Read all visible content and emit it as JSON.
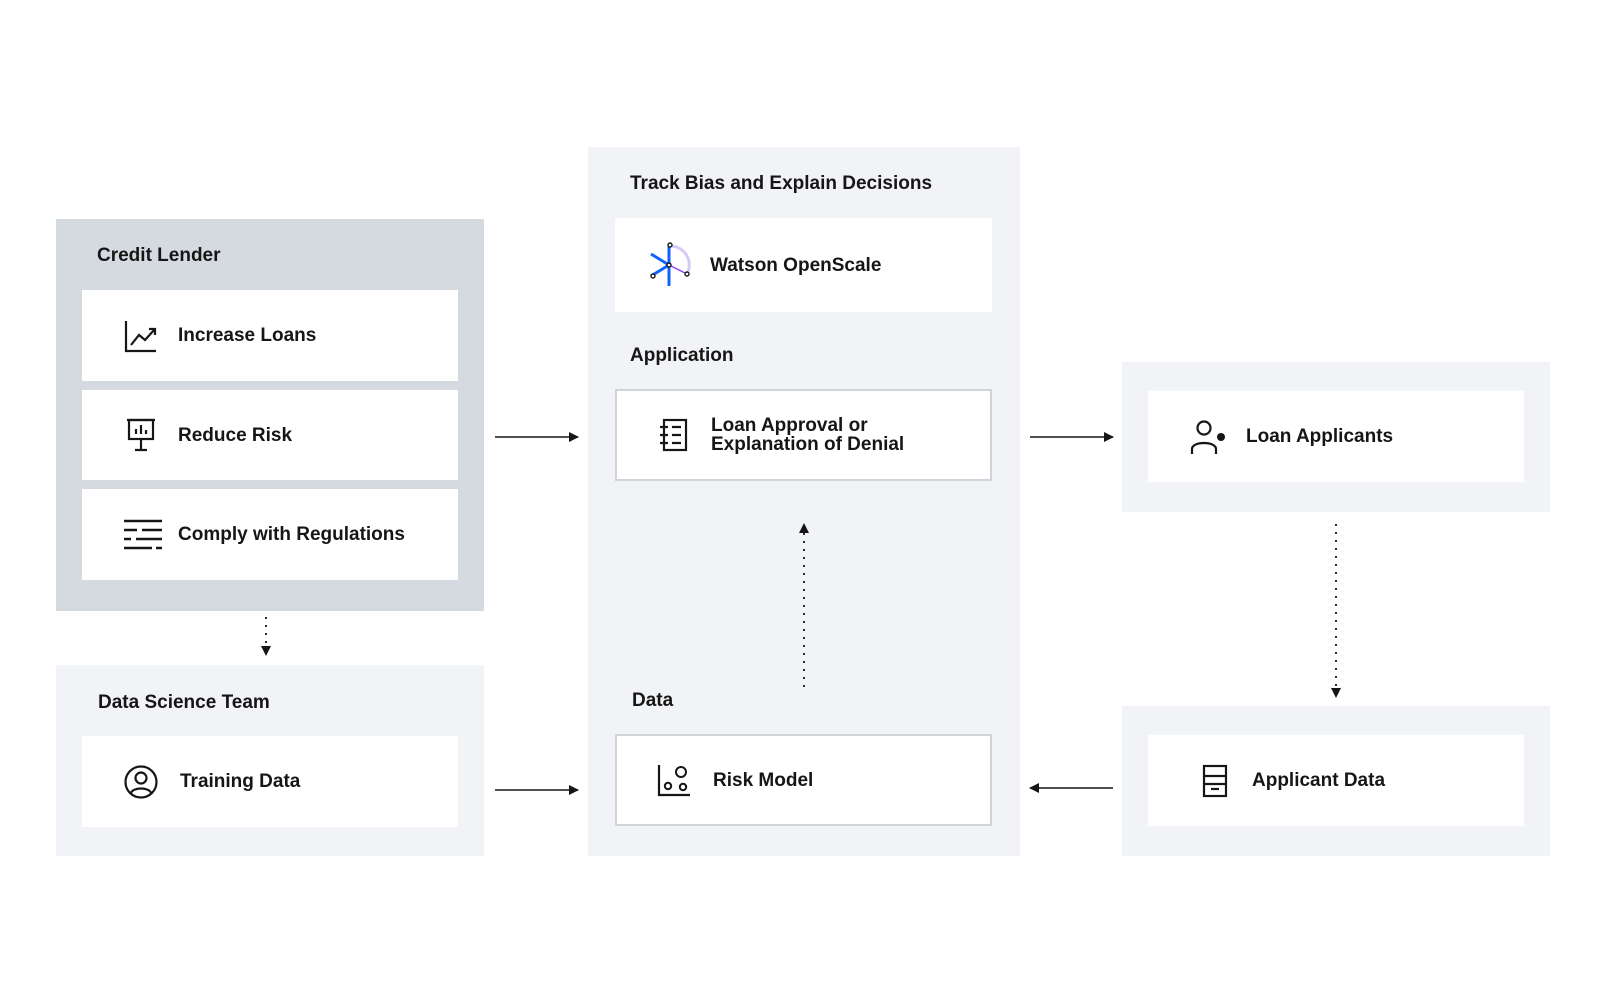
{
  "credit_lender": {
    "title": "Credit Lender",
    "items": [
      {
        "label": "Increase Loans",
        "icon": "line-chart-icon"
      },
      {
        "label": "Reduce Risk",
        "icon": "presentation-chart-icon"
      },
      {
        "label": "Comply with Regulations",
        "icon": "text-lines-icon"
      }
    ]
  },
  "data_science_team": {
    "title": "Data Science Team",
    "items": [
      {
        "label": "Training Data",
        "icon": "user-circle-icon"
      }
    ]
  },
  "center": {
    "title": "Track Bias and Explain Decisions",
    "openscale": {
      "label": "Watson OpenScale",
      "icon": "watson-openscale-logo"
    },
    "application": {
      "title": "Application",
      "item": {
        "line1": "Loan Approval or",
        "line2": "Explanation of Denial",
        "icon": "document-list-icon"
      }
    },
    "data": {
      "title": "Data",
      "item": {
        "label": "Risk Model",
        "icon": "scatter-model-icon"
      }
    }
  },
  "loan_applicants": {
    "label": "Loan Applicants",
    "icon": "user-status-icon"
  },
  "applicant_data": {
    "label": "Applicant Data",
    "icon": "storage-icon"
  },
  "colors": {
    "panel_dark": "#d5d9e0",
    "panel_light": "#f2f3f6",
    "card": "#ffffff",
    "text": "#161616",
    "accent_blue": "#0f62fe"
  }
}
